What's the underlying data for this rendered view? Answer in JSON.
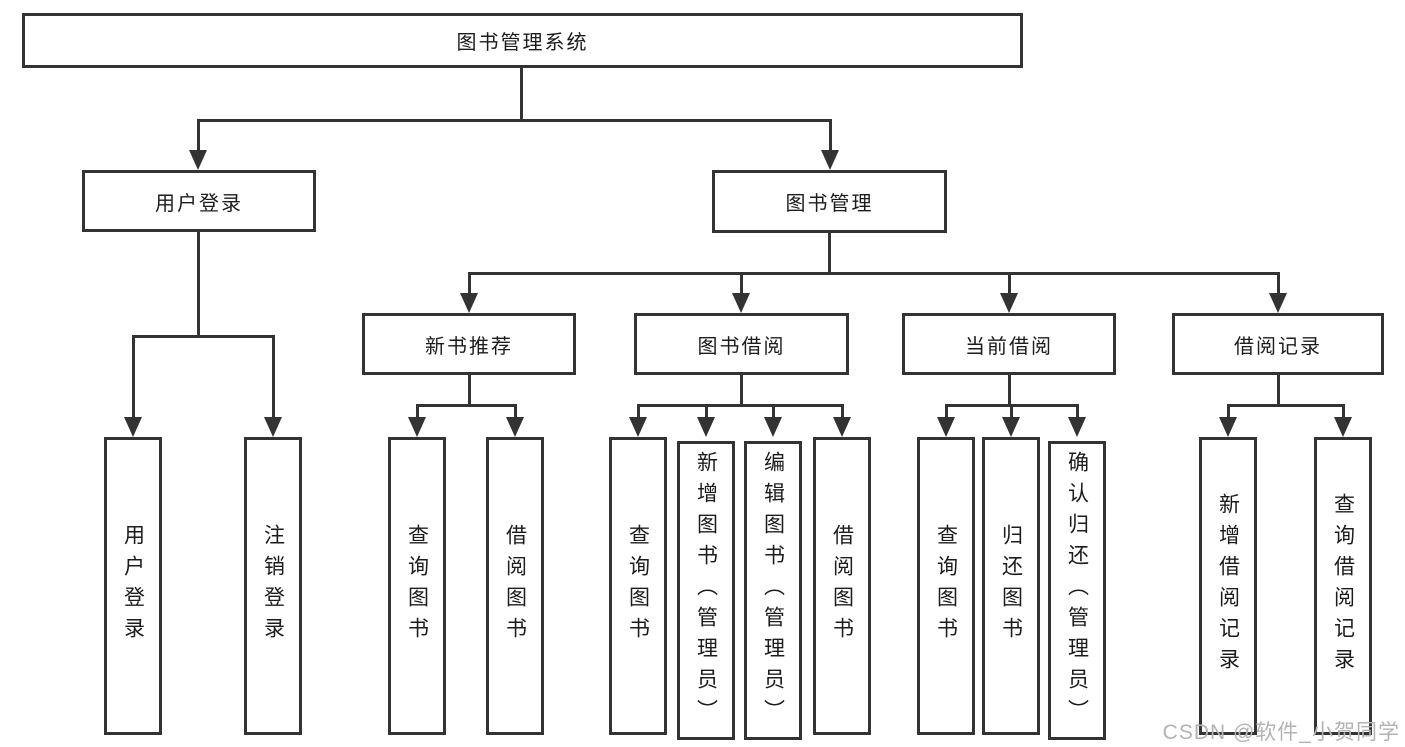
{
  "tree": {
    "root": {
      "label": "图书管理系统"
    },
    "branches": [
      {
        "label": "用户登录",
        "children": [
          {
            "label": "用户登录"
          },
          {
            "label": "注销登录"
          }
        ]
      },
      {
        "label": "图书管理",
        "sections": [
          {
            "label": "新书推荐",
            "children": [
              {
                "label": "查询图书"
              },
              {
                "label": "借阅图书"
              }
            ]
          },
          {
            "label": "图书借阅",
            "children": [
              {
                "label": "查询图书"
              },
              {
                "label": "新增图书（管理员）"
              },
              {
                "label": "编辑图书（管理员）"
              },
              {
                "label": "借阅图书"
              }
            ]
          },
          {
            "label": "当前借阅",
            "children": [
              {
                "label": "查询图书"
              },
              {
                "label": "归还图书"
              },
              {
                "label": "确认归还（管理员）"
              }
            ]
          },
          {
            "label": "借阅记录",
            "children": [
              {
                "label": "新增借阅记录"
              },
              {
                "label": "查询借阅记录"
              }
            ]
          }
        ]
      }
    ]
  },
  "watermark": "CSDN @软件_小贺同学",
  "colors": {
    "line": "#333333",
    "text": "#1c1c1c",
    "background": "#ffffff",
    "watermark": "#b3b3b3"
  }
}
